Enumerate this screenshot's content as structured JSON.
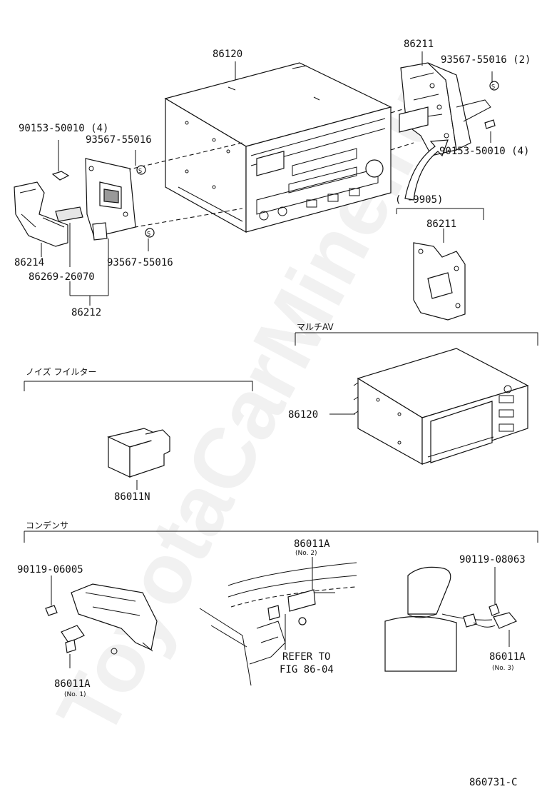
{
  "watermark": "ToyotaCarMine.ru",
  "figure_code": "860731-C",
  "top_section": {
    "radio_part": "86120",
    "bracket_right": "86211",
    "screw_right": "93567-55016 (2)",
    "bolt_right": "90153-50010 (4)",
    "bolt_left": "90153-50010 (4)",
    "screw_left_upper": "93567-55016",
    "screw_left_lower": "93567-55016",
    "bracket_left": "86214",
    "spacer": "86269-26070",
    "bracket_set": "86212",
    "variant_label": "(   -9905)",
    "variant_bracket": "86211"
  },
  "multi_av": {
    "heading": "マルチAV",
    "part": "86120"
  },
  "noise_filter": {
    "heading": "ノイズ フイルター",
    "part": "86011N"
  },
  "condenser": {
    "heading": "コンデンサ",
    "screw_1": "90119-06005",
    "part_1": "86011A",
    "part_1_note": "(No. 1)",
    "part_2": "86011A",
    "part_2_note": "(No. 2)",
    "refer_line1": "REFER TO",
    "refer_line2": "FIG 86-04",
    "screw_3": "90119-08063",
    "part_3": "86011A",
    "part_3_note": "(No. 3)"
  }
}
